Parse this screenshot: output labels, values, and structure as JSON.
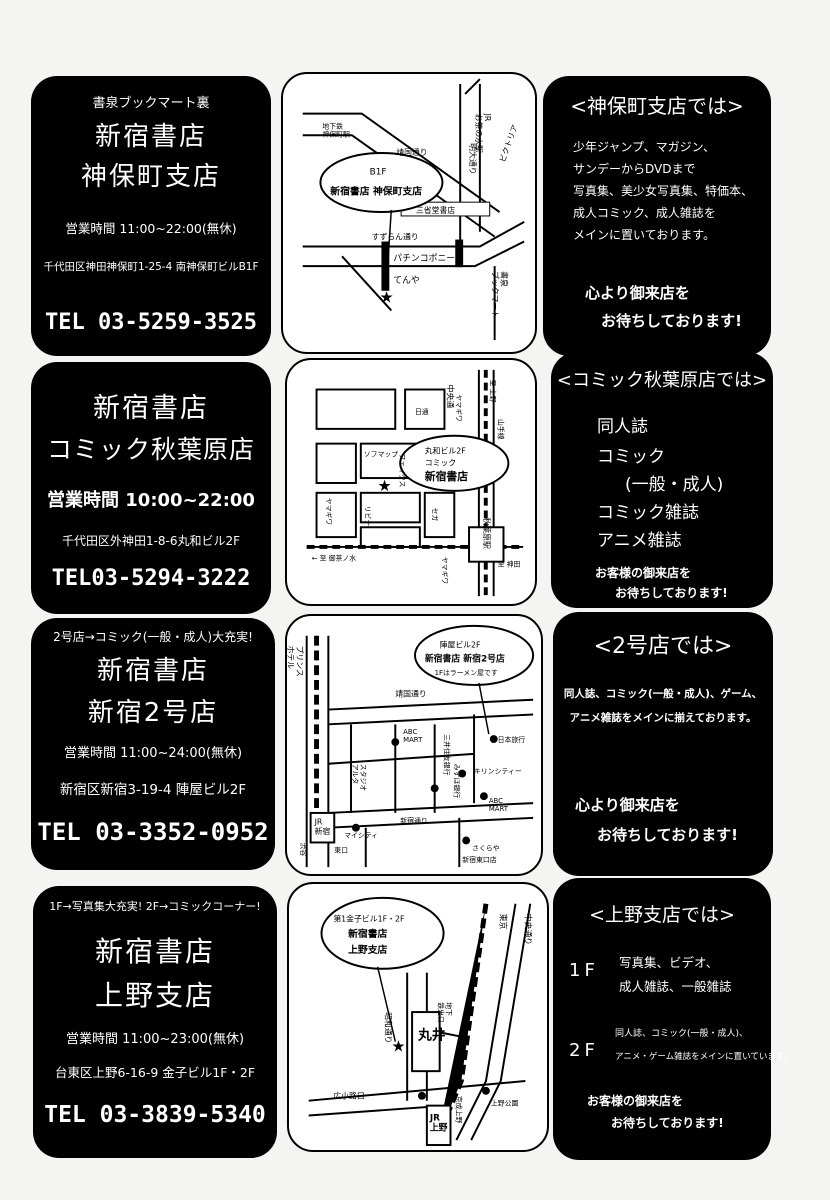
{
  "stores": [
    {
      "sub": "書泉ブックマート裏",
      "name1": "新宿書店",
      "name2": "神保町支店",
      "hours": "営業時間 11:00~22:00(無休)",
      "address": "千代田区神田神保町1-25-4 南神保町ビルB1F",
      "tel": "TEL 03-5259-3525",
      "map": {
        "station": "地下鉄\n神保町駅",
        "jr": "JR\nお茶の水駅",
        "meidai": "明大通り",
        "victoria": "ビクトリア",
        "yasukuni": "靖国通り",
        "bubble1": "B1F",
        "bubble2": "新宿書店 神保町支店",
        "sansei": "三省堂書店",
        "suzuran": "すずらん通り",
        "pachinko": "パチンコポニー",
        "tenya": "てんや",
        "bookmart": "書泉\nブックマート"
      },
      "info_title": "<神保町支店では>",
      "info_lines": [
        "少年ジャンプ、マガジン、",
        "サンデーからDVDまで",
        "写真集、美少女写真集、特価本、",
        "成人コミック、成人雑誌を",
        "メインに置いております。"
      ],
      "closing": [
        "心より御来店を",
        "お待ちしております!"
      ]
    },
    {
      "name1": "新宿書店",
      "name2": "コミック秋葉原店",
      "hours": "営業時間 10:00~22:00",
      "address": "千代田区外神田1-8-6丸和ビル2F",
      "tel": "TEL03-5294-3222",
      "map": {
        "chuo": "中央通",
        "ueno": "至 上野",
        "hitachi": "日通",
        "yamagiwa": "ヤマギワ",
        "yamanote": "山手線",
        "sofmap": "ソフマップ",
        "fakes": "フェイクス",
        "bubble1": "丸和ビル2F",
        "bubble2": "コミック",
        "bubble3": "新宿書店",
        "yamagiwa2": "ヤマギワ",
        "libina": "リビナ",
        "sega": "セガ",
        "akiba": "秋葉原駅",
        "ochanomizu": "← 至 御茶ノ水",
        "kanda": "至 神田",
        "yamagiwa3": "ヤマギワ"
      },
      "info_title": "<コミック秋葉原店では>",
      "info_lines": [
        "同人誌",
        "コミック",
        "(一般・成人)",
        "コミック雑誌",
        "アニメ雑誌"
      ],
      "closing": [
        "お客様の御来店を",
        "お待ちしております!"
      ]
    },
    {
      "sub": "2号店→コミック(一般・成人)大充実!",
      "name1": "新宿書店",
      "name2": "新宿2号店",
      "hours": "営業時間 11:00~24:00(無休)",
      "address": "新宿区新宿3-19-4 陣屋ビル2F",
      "tel": "TEL 03-3352-0952",
      "map": {
        "bubble1": "陣屋ビル2F",
        "bubble2": "新宿書店 新宿2号店",
        "bubble3": "1Fはラーメン屋です",
        "prince": "プリンス\nホテル",
        "yasukuni": "靖国通り",
        "abc1": "ABC\nMART",
        "nihon": "日本旅行",
        "mitsui": "三井住友銀行",
        "mizuho": "みずほ銀行",
        "kirin": "キリンシティー",
        "studio": "スタジオ\nアルタ",
        "abc2": "ABC\nMART",
        "shinjukudori": "新宿通り",
        "jr": "JR\n新宿",
        "shibuya": "渋谷",
        "higashi": "東口",
        "maicity": "マイシティ",
        "sakuraya": "さくらや",
        "eastexit": "新宿東口店"
      },
      "info_title": "<2号店では>",
      "info_lines": [
        "同人誌、コミック(一般・成人)、ゲーム、",
        "アニメ雑誌をメインに揃えております。"
      ],
      "closing": [
        "心より御来店を",
        "お待ちしております!"
      ]
    },
    {
      "sub": "1F→写真集大充実! 2F→コミックコーナー!",
      "name1": "新宿書店",
      "name2": "上野支店",
      "hours": "営業時間 11:00~23:00(無休)",
      "address": "台東区上野6-16-9 金子ビル1F・2F",
      "tel": "TEL 03-3839-5340",
      "map": {
        "bubble1": "第1金子ビル1F・2F",
        "bubble2": "新宿書店",
        "bubble3": "上野支店",
        "tokyo": "東京",
        "chuo": "中央通り",
        "showa": "昭和通り",
        "marui": "丸井",
        "subway": "地下\n鉄出口",
        "hirokoji": "広小路口",
        "jr": "JR\n上野",
        "uenopark": "上野公園",
        "keisei": "京成上野"
      },
      "info_title": "<上野支店では>",
      "floor1": "1F",
      "floor1_lines": [
        "写真集、ビデオ、",
        "成人雑誌、一般雑誌"
      ],
      "floor2": "2F",
      "floor2_lines": [
        "同人誌、コミック(一般・成人)、",
        "アニメ・ゲーム雑誌をメインに置いています。"
      ],
      "closing": [
        "お客様の御来店を",
        "お待ちしております!"
      ]
    }
  ]
}
